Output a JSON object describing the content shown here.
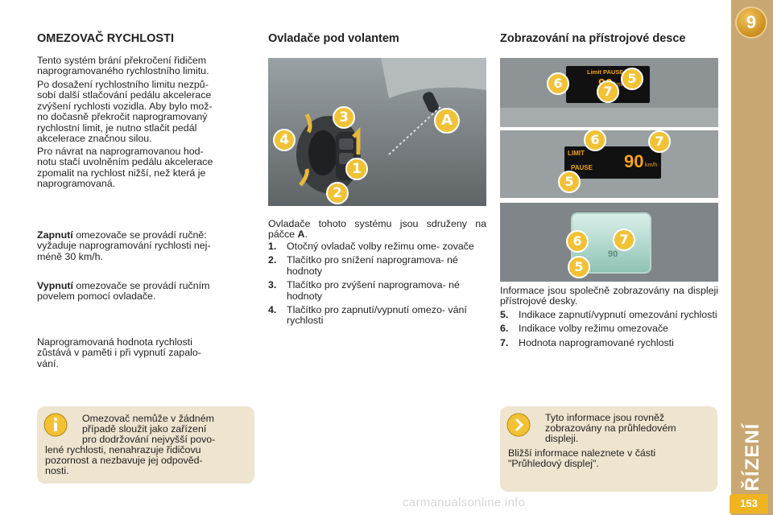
{
  "sidebar": {
    "chapter_number": "9",
    "section_title": "ŘÍZENÍ",
    "page_number": "153"
  },
  "col1": {
    "heading": "OMEZOVAČ RYCHLOSTI",
    "intro_lines": [
      "Tento systém brání překročení řidičem",
      "naprogramovaného rychlostního limitu."
    ],
    "para2_lines": [
      "Po dosažení rychlostního limitu nezpů-",
      "sobí další stlačování pedálu akcelerace",
      "zvýšení rychlosti vozidla. Aby bylo mož-",
      "no dočasně překročit naprogramovaný",
      "rychlostní limit, je nutno stlačit pedál",
      "akcelerace značnou silou."
    ],
    "para3_lines": [
      "Pro návrat na naprogramovanou hod-",
      "notu stačí uvolněním pedálu akcelerace",
      "zpomalit na rychlost nižší, než která je",
      "naprogramovaná."
    ],
    "zapnuti_bold": "Zapnutí",
    "zapnuti_lines": [
      " omezovače se provádí ručně:",
      "vyžaduje naprogramování rychlosti nej-",
      "méně 30 km/h."
    ],
    "vypnuti_bold": "Vypnutí",
    "vypnuti_lines": [
      " omezovače se provádí ručním",
      "povelem pomocí ovladače."
    ],
    "memory_lines": [
      "Naprogramovaná hodnota rychlosti",
      "zůstává v paměti i při vypnutí zapalo-",
      "vání."
    ],
    "warning_lines": [
      "Omezovač nemůže v žádném",
      "případě sloužit jako zařízení",
      "pro dodržování nejvyšší povo-",
      "lené rychlosti, nenahrazuje řidičovu",
      "pozornost a nezbavuje jej odpověd-",
      "nosti."
    ]
  },
  "col2": {
    "heading": "Ovladače pod volantem",
    "lead": "Ovladače tohoto systému jsou sdruženy na páčce",
    "lead_bold": "A",
    "lead_end": ".",
    "items": [
      {
        "n": "1.",
        "text": "Otočný ovladač volby režimu ome- zovače"
      },
      {
        "n": "2.",
        "text": "Tlačítko pro snížení naprogramova- né hodnoty"
      },
      {
        "n": "3.",
        "text": "Tlačítko pro zvýšení naprogramova- né hodnoty"
      },
      {
        "n": "4.",
        "text": "Tlačítko pro zapnutí/vypnutí omezo- vání rychlosti"
      }
    ],
    "figure_badges": [
      "3",
      "4",
      "1",
      "2",
      "A"
    ]
  },
  "col3": {
    "heading": "Zobrazování na přístrojové desce",
    "lead": "Informace jsou společně zobrazovány na displeji přístrojové desky.",
    "items": [
      {
        "n": "5.",
        "text": "Indikace zapnutí/vypnutí omezování rychlosti"
      },
      {
        "n": "6.",
        "text": "Indikace volby režimu omezovače"
      },
      {
        "n": "7.",
        "text": "Hodnota naprogramované rychlosti"
      }
    ],
    "display1_text": "Limit PAUSE",
    "display1_value": "90",
    "display1_unit": "km/h",
    "display2_limit": "LIMIT",
    "display2_pause": "PAUSE",
    "display2_value": "90",
    "display2_unit": "km/h",
    "display3_value": "90",
    "info_lines": [
      "Tyto informace jsou rovněž",
      "zobrazovány na průhledovém",
      "displeji."
    ],
    "info_lines2": [
      "Bližší informace naleznete v části",
      "\"Průhledový displej\"."
    ]
  },
  "footer": "carmanualsonline.info",
  "colors": {
    "sidebar": "#c8a773",
    "page_tab": "#f0b421",
    "note_box": "#eee4cf",
    "badge_fill": "#f1c236"
  }
}
